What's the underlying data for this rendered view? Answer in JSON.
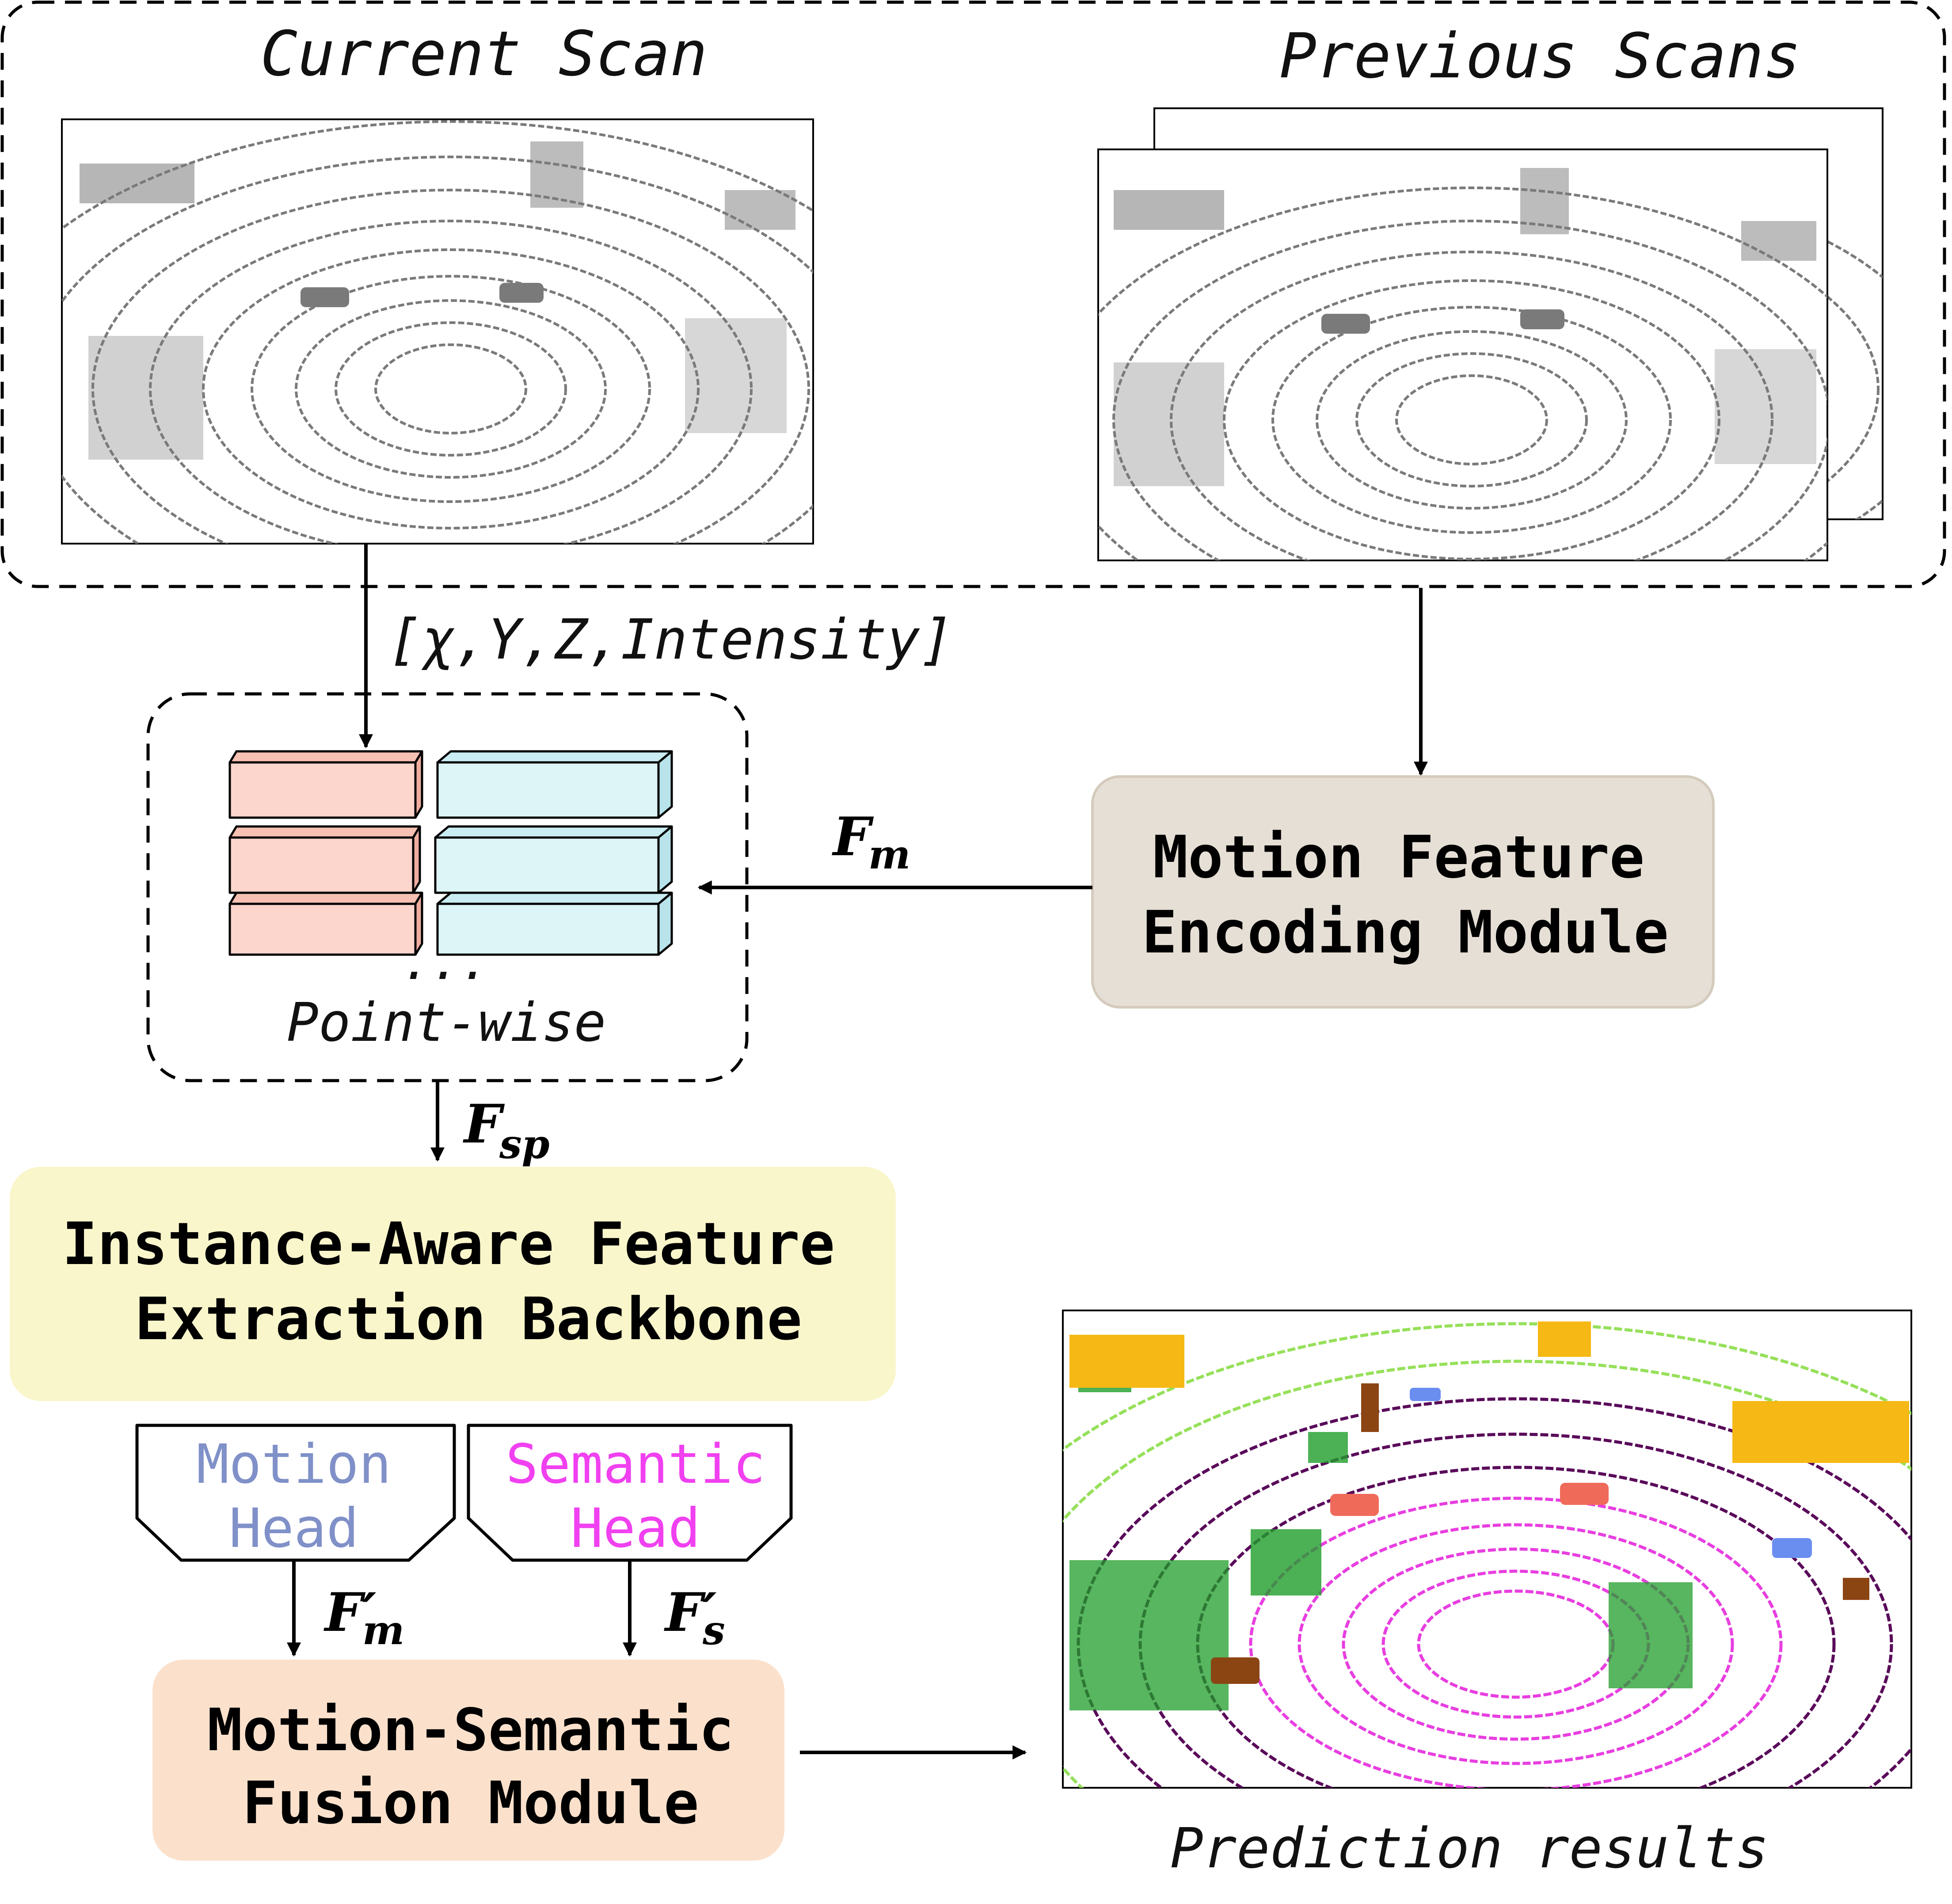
{
  "inputs": {
    "current_scan": "Current Scan",
    "previous_scans": "Previous Scans",
    "input_features": "[χ,Y,Z,Intensity]"
  },
  "pointwise": {
    "dots": "...",
    "label": "Point-wise"
  },
  "modules": {
    "motion_encoding_line1": "Motion Feature",
    "motion_encoding_line2": "Encoding Module",
    "backbone_line1": "Instance-Aware Feature",
    "backbone_line2": "Extraction Backbone",
    "fusion_line1": "Motion-Semantic",
    "fusion_line2": "Fusion Module"
  },
  "heads": {
    "motion_line1": "Motion",
    "motion_line2": "Head",
    "semantic_line1": "Semantic",
    "semantic_line2": "Head"
  },
  "features": {
    "fm": "F",
    "fm_sub": "m",
    "fsp": "F",
    "fsp_sub": "sp",
    "fm_prime": "F′",
    "fm_prime_sub": "m",
    "fs_prime": "F′",
    "fs_prime_sub": "s"
  },
  "output": {
    "label": "Prediction results"
  },
  "colors": {
    "motion_encoding_fill": "#e6dfd5",
    "backbone_fill": "#f9f6cb",
    "fusion_fill": "#fbe1cc",
    "block_red": "#fcd5cc",
    "block_cyan": "#ddf5f7",
    "motion_head_text": "#8090c8",
    "semantic_head_text": "#f040f0",
    "scan_gray": "#777777"
  }
}
